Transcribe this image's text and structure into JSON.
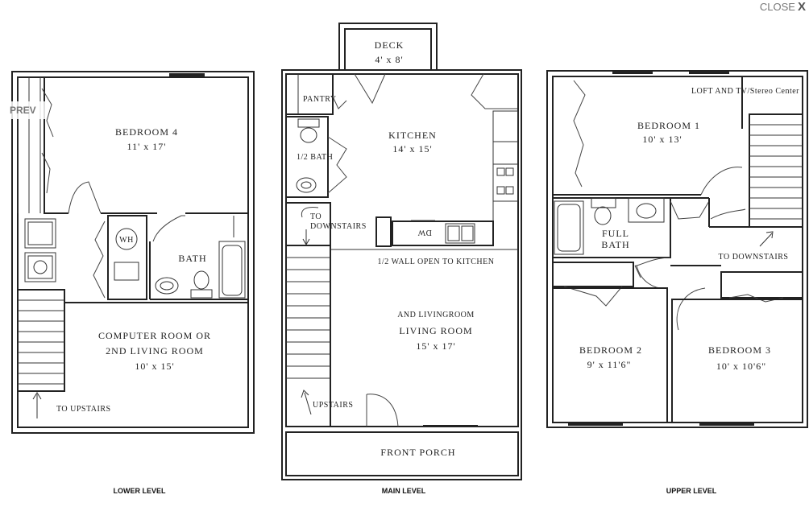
{
  "controls": {
    "close_label": "CLOSE",
    "close_icon": "X",
    "prev_label": "PREV"
  },
  "levels": {
    "lower": {
      "label": "LOWER LEVEL",
      "bedroom4": {
        "name": "BEDROOM 4",
        "size": "11' x 17'"
      },
      "wh": "WH",
      "bath": "BATH",
      "computer_room": {
        "line1": "COMPUTER ROOM OR",
        "line2": "2ND LIVING ROOM",
        "size": "10' x 15'"
      },
      "to_upstairs": "TO UPSTAIRS"
    },
    "main": {
      "label": "MAIN LEVEL",
      "deck": {
        "name": "DECK",
        "size": "4' x 8'"
      },
      "pantry": "PANTRY",
      "kitchen": {
        "name": "KITCHEN",
        "size": "14' x 15'"
      },
      "half_bath": "1/2 BATH",
      "to_downstairs_1": "TO",
      "to_downstairs_2": "DOWNSTAIRS",
      "dw": "DW",
      "half_wall": "1/2 WALL OPEN TO KITCHEN",
      "living_note": "AND LIVINGROOM",
      "living_room": {
        "name": "LIVING ROOM",
        "size": "15' x 17'"
      },
      "upstairs": "UPSTAIRS",
      "front_porch": "FRONT PORCH"
    },
    "upper": {
      "label": "UPPER LEVEL",
      "loft": "LOFT AND TV/Stereo Center",
      "bedroom1": {
        "name": "BEDROOM 1",
        "size": "10' x 13'"
      },
      "full_bath_1": "FULL",
      "full_bath_2": "BATH",
      "to_downstairs": "TO DOWNSTAIRS",
      "bedroom2": {
        "name": "BEDROOM 2",
        "size": "9' x 11'6\""
      },
      "bedroom3": {
        "name": "BEDROOM 3",
        "size": "10' x 10'6\""
      }
    }
  }
}
